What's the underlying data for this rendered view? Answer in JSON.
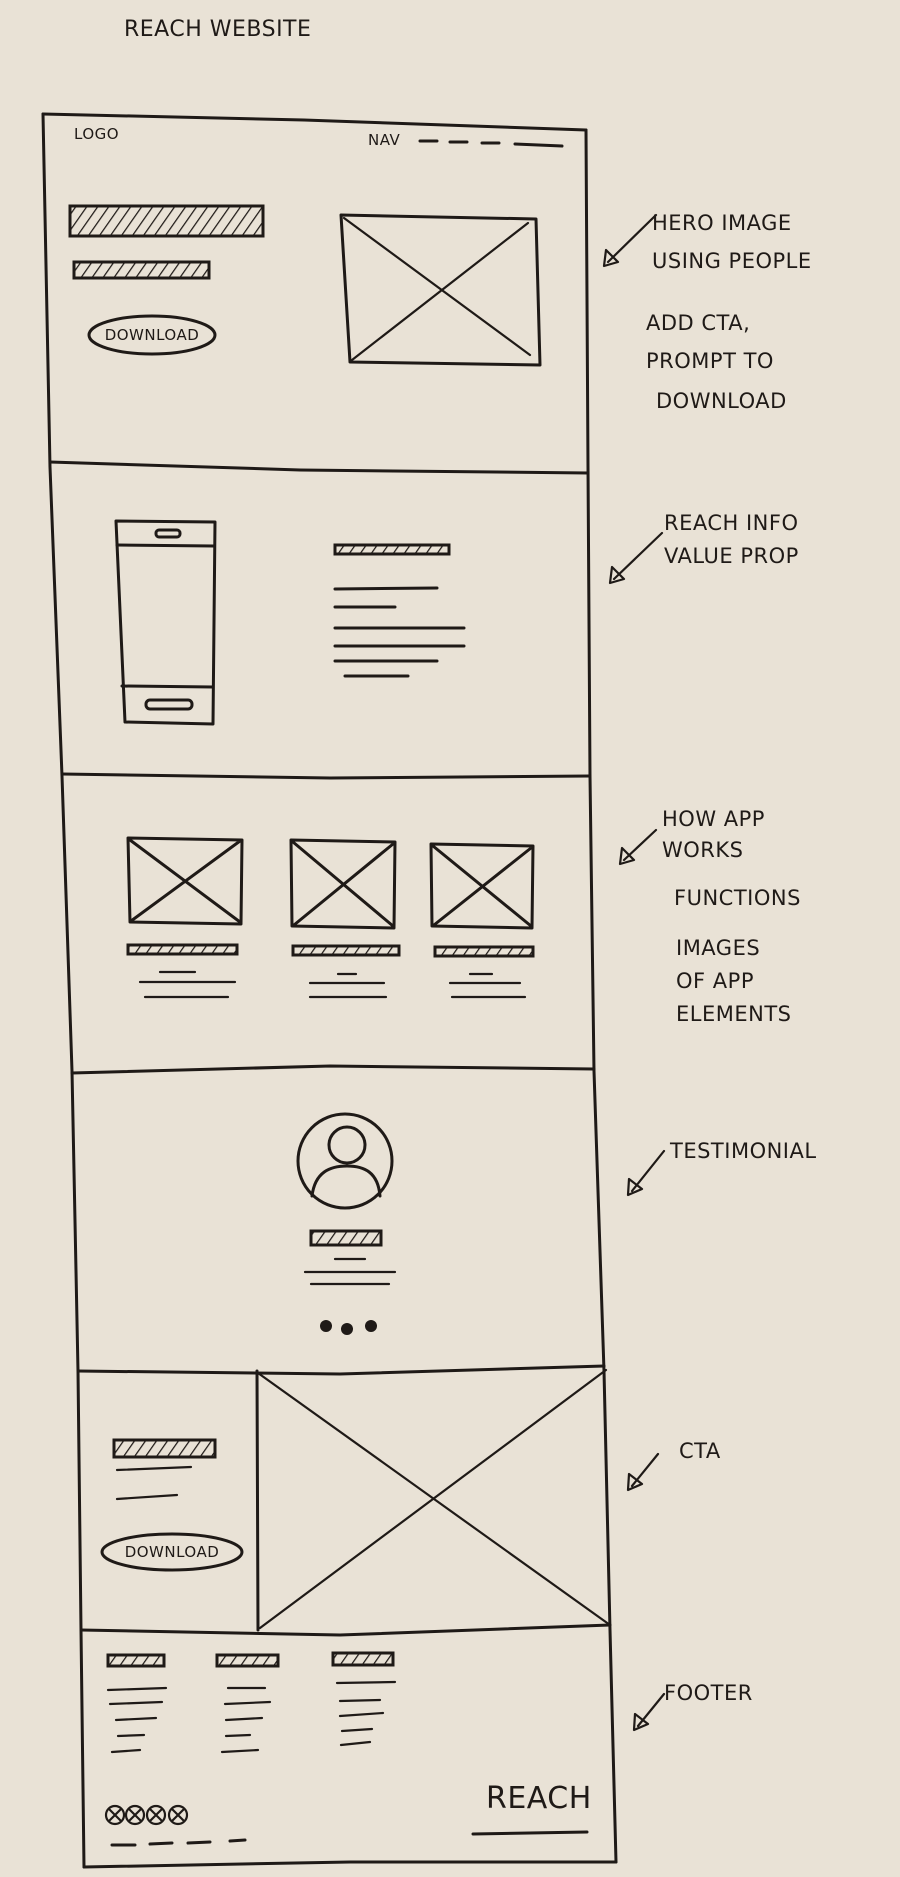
{
  "title": "Reach Website",
  "hero": {
    "logo": "Logo",
    "nav": "Nav",
    "download_button": "Download"
  },
  "cta": {
    "download_button": "Download"
  },
  "footer": {
    "brand": "Reach"
  },
  "annotations": {
    "hero": [
      "Hero Image",
      "Using People",
      "Add CTA,",
      "Prompt to",
      "Download"
    ],
    "info": [
      "Reach Info",
      "Value Prop"
    ],
    "how": [
      "How App",
      "Works",
      "Functions",
      "Images",
      "of App",
      "Elements"
    ],
    "testimonial": [
      "Testimonial"
    ],
    "cta": [
      "CTA"
    ],
    "footer": [
      "Footer"
    ]
  },
  "colors": {
    "paper": "#e9e2d6",
    "ink": "#1f1a17"
  }
}
